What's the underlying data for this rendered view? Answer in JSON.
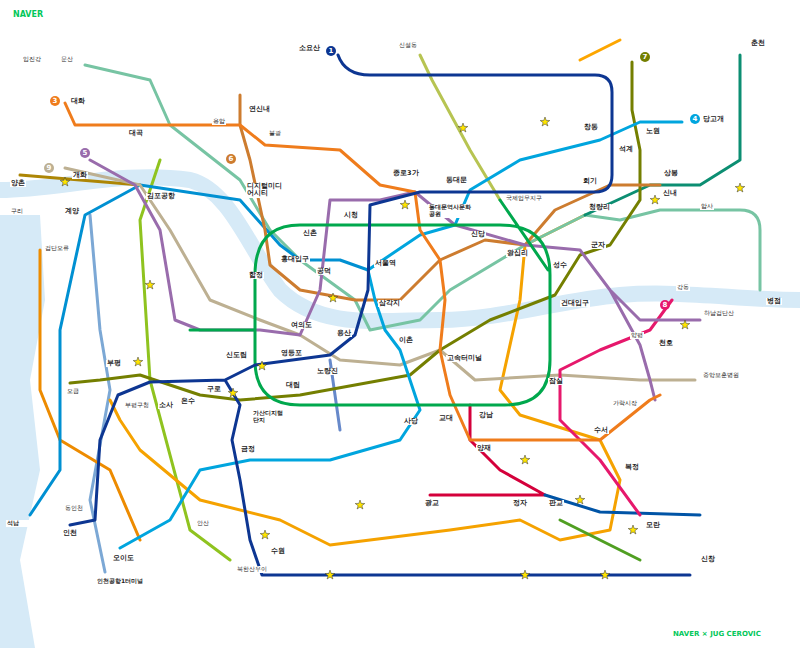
{
  "diagram": {
    "labels": [
      "NAVER",
      "NAVER × JUG CEROVIC",
      "1",
      "3",
      "4",
      "5",
      "6",
      "7",
      "8",
      "9",
      "소요산",
      "문산",
      "임진강",
      "대화",
      "대곡",
      "연신내",
      "불광",
      "응암",
      "양촌",
      "개화",
      "김포공항",
      "계양",
      "검단오류",
      "디지털미디어시티",
      "홍대입구",
      "합정",
      "신촌",
      "종로3가",
      "시청",
      "동대문",
      "동대문역사문화공원",
      "신당",
      "왕십리",
      "청량리",
      "회기",
      "석계",
      "노원",
      "창동",
      "당고개",
      "상봉",
      "신내",
      "춘천",
      "공덕",
      "서울역",
      "용산",
      "삼각지",
      "이촌",
      "여의도",
      "노량진",
      "영등포",
      "신도림",
      "구로",
      "대림",
      "가산디지털단지",
      "온수",
      "부평",
      "부평구청",
      "소사",
      "인천",
      "동인천",
      "오이도",
      "안산",
      "금정",
      "사당",
      "교대",
      "강남",
      "양재",
      "고속터미널",
      "잠실",
      "천호",
      "건대입구",
      "성수",
      "군자",
      "수서",
      "가락시장",
      "복정",
      "모란",
      "판교",
      "정자",
      "광교",
      "수원",
      "신창",
      "하남검단산",
      "중앙보훈병원",
      "오금",
      "석남",
      "인천공항1터미널",
      "국제업무지구",
      "신설동",
      "북한산우이",
      "병점",
      "양평",
      "강동",
      "암사",
      "구리"
    ]
  }
}
